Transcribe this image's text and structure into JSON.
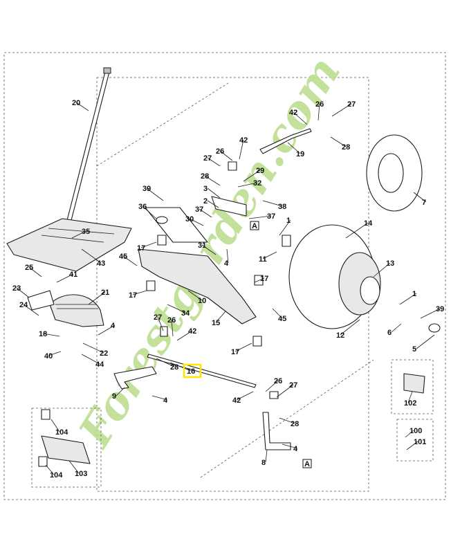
{
  "watermark": {
    "text": "Forestgarden.com",
    "color_green": "#b9dc8a",
    "color_orange": "#f3b46b",
    "color_tan": "#d9b98a"
  },
  "highlight": {
    "color": "#ffe600",
    "part": "16"
  },
  "box_markers": [
    "A",
    "A"
  ],
  "callouts": [
    {
      "id": "20",
      "label": "20"
    },
    {
      "id": "35",
      "label": "35"
    },
    {
      "id": "43",
      "label": "43"
    },
    {
      "id": "25",
      "label": "25"
    },
    {
      "id": "41",
      "label": "41"
    },
    {
      "id": "23",
      "label": "23"
    },
    {
      "id": "24",
      "label": "24"
    },
    {
      "id": "21",
      "label": "21"
    },
    {
      "id": "18",
      "label": "18"
    },
    {
      "id": "4a",
      "label": "4"
    },
    {
      "id": "22",
      "label": "22"
    },
    {
      "id": "40",
      "label": "40"
    },
    {
      "id": "44",
      "label": "44"
    },
    {
      "id": "39a",
      "label": "39"
    },
    {
      "id": "36",
      "label": "36"
    },
    {
      "id": "37a",
      "label": "37"
    },
    {
      "id": "30",
      "label": "30"
    },
    {
      "id": "17a",
      "label": "17"
    },
    {
      "id": "45a",
      "label": "45"
    },
    {
      "id": "17b",
      "label": "17"
    },
    {
      "id": "10",
      "label": "10"
    },
    {
      "id": "34",
      "label": "34"
    },
    {
      "id": "15",
      "label": "15"
    },
    {
      "id": "31",
      "label": "31"
    },
    {
      "id": "4b",
      "label": "4"
    },
    {
      "id": "27a",
      "label": "27"
    },
    {
      "id": "26a",
      "label": "26"
    },
    {
      "id": "42a",
      "label": "42"
    },
    {
      "id": "28a",
      "label": "28"
    },
    {
      "id": "29",
      "label": "29"
    },
    {
      "id": "32",
      "label": "32"
    },
    {
      "id": "3",
      "label": "3"
    },
    {
      "id": "2",
      "label": "2"
    },
    {
      "id": "38",
      "label": "38"
    },
    {
      "id": "37b",
      "label": "37"
    },
    {
      "id": "1a",
      "label": "1"
    },
    {
      "id": "11",
      "label": "11"
    },
    {
      "id": "42b",
      "label": "42"
    },
    {
      "id": "26b",
      "label": "26"
    },
    {
      "id": "27b",
      "label": "27"
    },
    {
      "id": "19",
      "label": "19"
    },
    {
      "id": "28b",
      "label": "28"
    },
    {
      "id": "7",
      "label": "7"
    },
    {
      "id": "14",
      "label": "14"
    },
    {
      "id": "13",
      "label": "13"
    },
    {
      "id": "17c",
      "label": "17"
    },
    {
      "id": "45b",
      "label": "45"
    },
    {
      "id": "1b",
      "label": "1"
    },
    {
      "id": "39b",
      "label": "39"
    },
    {
      "id": "6",
      "label": "6"
    },
    {
      "id": "5",
      "label": "5"
    },
    {
      "id": "12",
      "label": "12"
    },
    {
      "id": "17d",
      "label": "17"
    },
    {
      "id": "27c",
      "label": "27"
    },
    {
      "id": "26c",
      "label": "26"
    },
    {
      "id": "42c",
      "label": "42"
    },
    {
      "id": "28c",
      "label": "28"
    },
    {
      "id": "16",
      "label": "16"
    },
    {
      "id": "9",
      "label": "9"
    },
    {
      "id": "4c",
      "label": "4"
    },
    {
      "id": "42d",
      "label": "42"
    },
    {
      "id": "26d",
      "label": "26"
    },
    {
      "id": "27d",
      "label": "27"
    },
    {
      "id": "28d",
      "label": "28"
    },
    {
      "id": "4d",
      "label": "4"
    },
    {
      "id": "8",
      "label": "8"
    },
    {
      "id": "102",
      "label": "102"
    },
    {
      "id": "100",
      "label": "100"
    },
    {
      "id": "101",
      "label": "101"
    },
    {
      "id": "104a",
      "label": "104"
    },
    {
      "id": "104b",
      "label": "104"
    },
    {
      "id": "103",
      "label": "103"
    }
  ]
}
